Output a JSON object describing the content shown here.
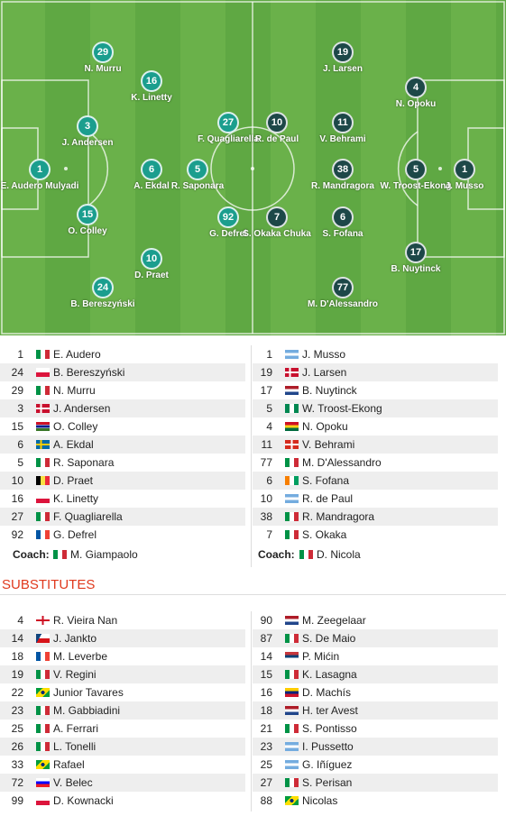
{
  "pitch": {
    "home_color": "#1b9e8e",
    "away_color": "#1d4848",
    "home_players": [
      {
        "num": "29",
        "name": "N. Murru"
      },
      {
        "num": "16",
        "name": "K. Linetty"
      },
      {
        "num": "3",
        "name": "J. Andersen"
      },
      {
        "num": "1",
        "name": "E. Audero Mulyadi"
      },
      {
        "num": "6",
        "name": "A. Ekdal"
      },
      {
        "num": "5",
        "name": "R. Saponara"
      },
      {
        "num": "27",
        "name": "F. Quagliarella"
      },
      {
        "num": "92",
        "name": "G. Defrel"
      },
      {
        "num": "15",
        "name": "O. Colley"
      },
      {
        "num": "10",
        "name": "D. Praet"
      },
      {
        "num": "24",
        "name": "B. Bereszyński"
      }
    ],
    "away_players": [
      {
        "num": "19",
        "name": "J. Larsen"
      },
      {
        "num": "4",
        "name": "N. Opoku"
      },
      {
        "num": "10",
        "name": "R. de Paul"
      },
      {
        "num": "11",
        "name": "V. Behrami"
      },
      {
        "num": "38",
        "name": "R. Mandragora"
      },
      {
        "num": "5",
        "name": "W. Troost-Ekong"
      },
      {
        "num": "1",
        "name": "J. Musso"
      },
      {
        "num": "7",
        "name": "S. Okaka Chuka"
      },
      {
        "num": "6",
        "name": "S. Fofana"
      },
      {
        "num": "17",
        "name": "B. Nuytinck"
      },
      {
        "num": "77",
        "name": "M. D'Alessandro"
      }
    ]
  },
  "lineups": {
    "home": [
      {
        "num": "1",
        "flag": "it",
        "name": "E. Audero"
      },
      {
        "num": "24",
        "flag": "pl",
        "name": "B. Bereszyński"
      },
      {
        "num": "29",
        "flag": "it",
        "name": "N. Murru"
      },
      {
        "num": "3",
        "flag": "dk",
        "name": "J. Andersen"
      },
      {
        "num": "15",
        "flag": "gm",
        "name": "O. Colley"
      },
      {
        "num": "6",
        "flag": "se",
        "name": "A. Ekdal"
      },
      {
        "num": "5",
        "flag": "it",
        "name": "R. Saponara"
      },
      {
        "num": "10",
        "flag": "be",
        "name": "D. Praet"
      },
      {
        "num": "16",
        "flag": "pl",
        "name": "K. Linetty"
      },
      {
        "num": "27",
        "flag": "it",
        "name": "F. Quagliarella"
      },
      {
        "num": "92",
        "flag": "fr",
        "name": "G. Defrel"
      }
    ],
    "away": [
      {
        "num": "1",
        "flag": "ar",
        "name": "J. Musso"
      },
      {
        "num": "19",
        "flag": "dk",
        "name": "J. Larsen"
      },
      {
        "num": "17",
        "flag": "nl",
        "name": "B. Nuytinck"
      },
      {
        "num": "5",
        "flag": "ng",
        "name": "W. Troost-Ekong"
      },
      {
        "num": "4",
        "flag": "gh",
        "name": "N. Opoku"
      },
      {
        "num": "11",
        "flag": "ch",
        "name": "V. Behrami"
      },
      {
        "num": "77",
        "flag": "it",
        "name": "M. D'Alessandro"
      },
      {
        "num": "6",
        "flag": "ci",
        "name": "S. Fofana"
      },
      {
        "num": "10",
        "flag": "ar",
        "name": "R. de Paul"
      },
      {
        "num": "38",
        "flag": "it",
        "name": "R. Mandragora"
      },
      {
        "num": "7",
        "flag": "it",
        "name": "S. Okaka"
      }
    ],
    "coach_label": "Coach:",
    "home_coach": {
      "flag": "it",
      "name": "M. Giampaolo"
    },
    "away_coach": {
      "flag": "it",
      "name": "D. Nicola"
    }
  },
  "substitutes": {
    "title": "SUBSTITUTES",
    "home": [
      {
        "num": "4",
        "flag": "en",
        "name": "R. Vieira Nan"
      },
      {
        "num": "14",
        "flag": "cz",
        "name": "J. Jankto"
      },
      {
        "num": "18",
        "flag": "fr",
        "name": "M. Leverbe"
      },
      {
        "num": "19",
        "flag": "it",
        "name": "V. Regini"
      },
      {
        "num": "22",
        "flag": "br",
        "name": "Junior Tavares"
      },
      {
        "num": "23",
        "flag": "it",
        "name": "M. Gabbiadini"
      },
      {
        "num": "25",
        "flag": "it",
        "name": "A. Ferrari"
      },
      {
        "num": "26",
        "flag": "it",
        "name": "L. Tonelli"
      },
      {
        "num": "33",
        "flag": "br",
        "name": "Rafael"
      },
      {
        "num": "72",
        "flag": "si",
        "name": "V. Belec"
      },
      {
        "num": "99",
        "flag": "pl",
        "name": "D. Kownacki"
      }
    ],
    "away": [
      {
        "num": "90",
        "flag": "nl",
        "name": "M. Zeegelaar"
      },
      {
        "num": "87",
        "flag": "it",
        "name": "S. De Maio"
      },
      {
        "num": "14",
        "flag": "rs",
        "name": "P. Mićin"
      },
      {
        "num": "15",
        "flag": "it",
        "name": "K. Lasagna"
      },
      {
        "num": "16",
        "flag": "ve",
        "name": "D. Machís"
      },
      {
        "num": "18",
        "flag": "nl",
        "name": "H. ter Avest"
      },
      {
        "num": "21",
        "flag": "it",
        "name": "S. Pontisso"
      },
      {
        "num": "23",
        "flag": "ar",
        "name": "I. Pussetto"
      },
      {
        "num": "25",
        "flag": "ar",
        "name": "G. Iñíguez"
      },
      {
        "num": "27",
        "flag": "it",
        "name": "S. Perisan"
      },
      {
        "num": "88",
        "flag": "br",
        "name": "Nicolas"
      }
    ]
  }
}
